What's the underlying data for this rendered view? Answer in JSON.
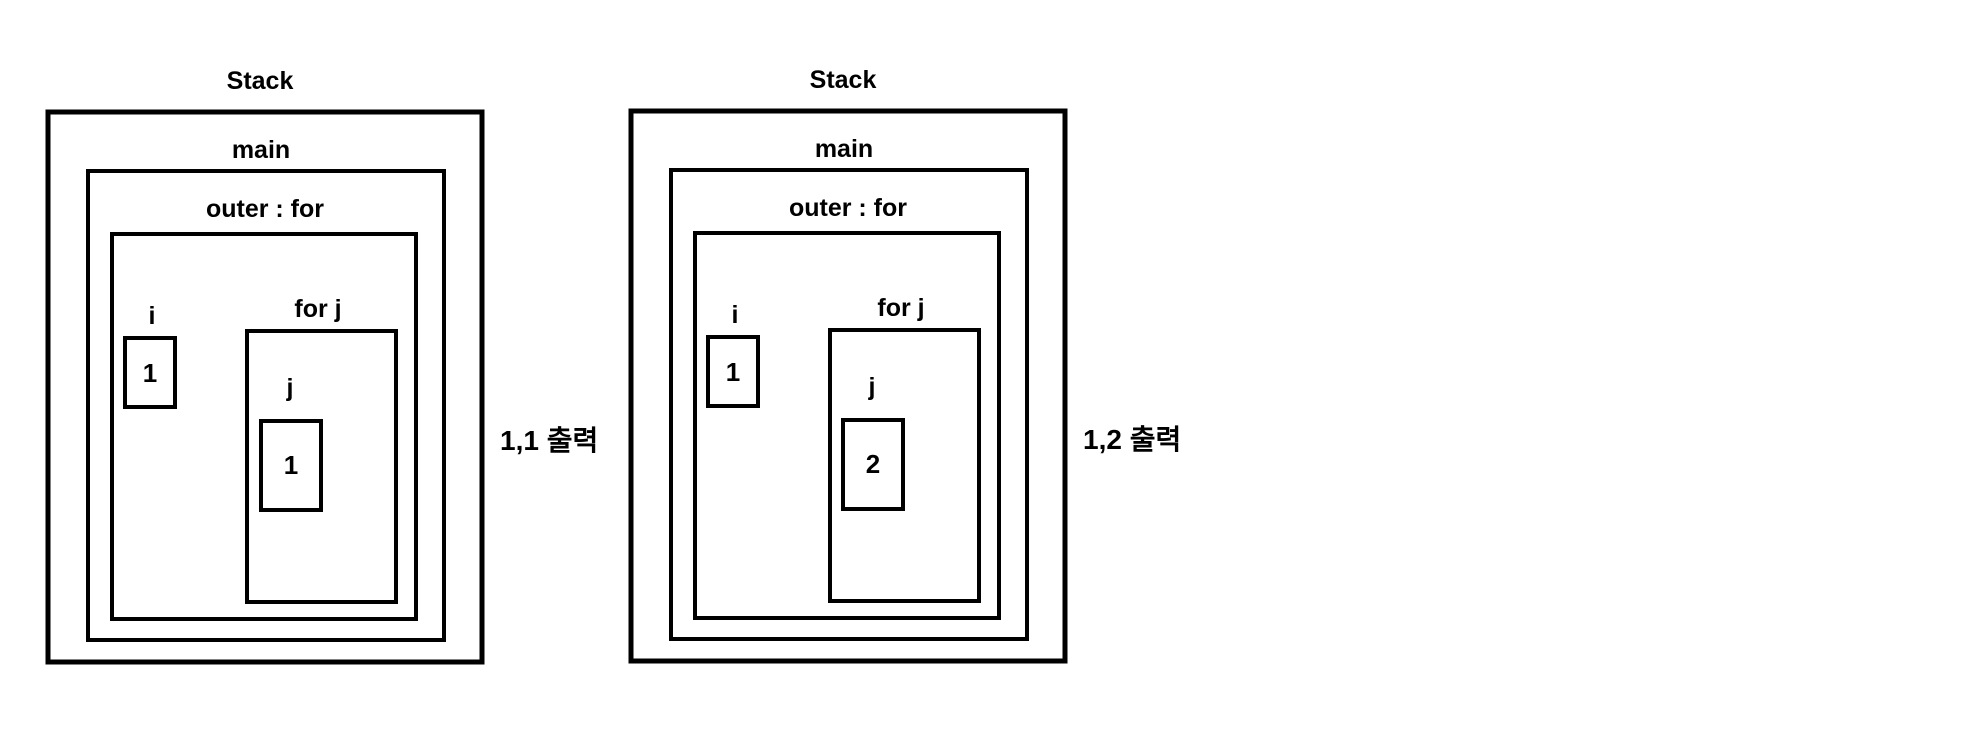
{
  "diagrams": [
    {
      "stack_label": "Stack",
      "main_label": "main",
      "outer_label": "outer : for",
      "i_label": "i",
      "i_value": "1",
      "forj_label": "for j",
      "j_label": "j",
      "j_value": "1",
      "output": "1,1 출력"
    },
    {
      "stack_label": "Stack",
      "main_label": "main",
      "outer_label": "outer : for",
      "i_label": "i",
      "i_value": "1",
      "forj_label": "for j",
      "j_label": "j",
      "j_value": "2",
      "output": "1,2 출력"
    }
  ]
}
